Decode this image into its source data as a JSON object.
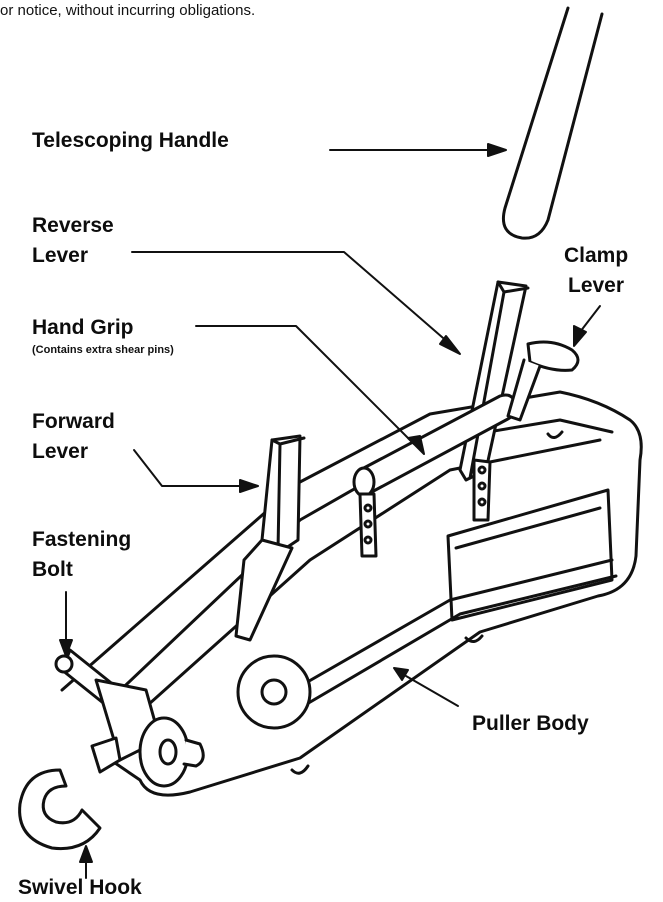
{
  "header": {
    "notice": "or notice, without incurring obligations."
  },
  "labels": {
    "telescoping_handle": "Telescoping Handle",
    "reverse_lever_1": "Reverse",
    "reverse_lever_2": "Lever",
    "clamp_lever_1": "Clamp",
    "clamp_lever_2": "Lever",
    "hand_grip": "Hand Grip",
    "hand_grip_note": "(Contains extra shear pins)",
    "forward_lever_1": "Forward",
    "forward_lever_2": "Lever",
    "fastening_bolt_1": "Fastening",
    "fastening_bolt_2": "Bolt",
    "puller_body": "Puller Body",
    "swivel_hook": "Swivel Hook"
  }
}
